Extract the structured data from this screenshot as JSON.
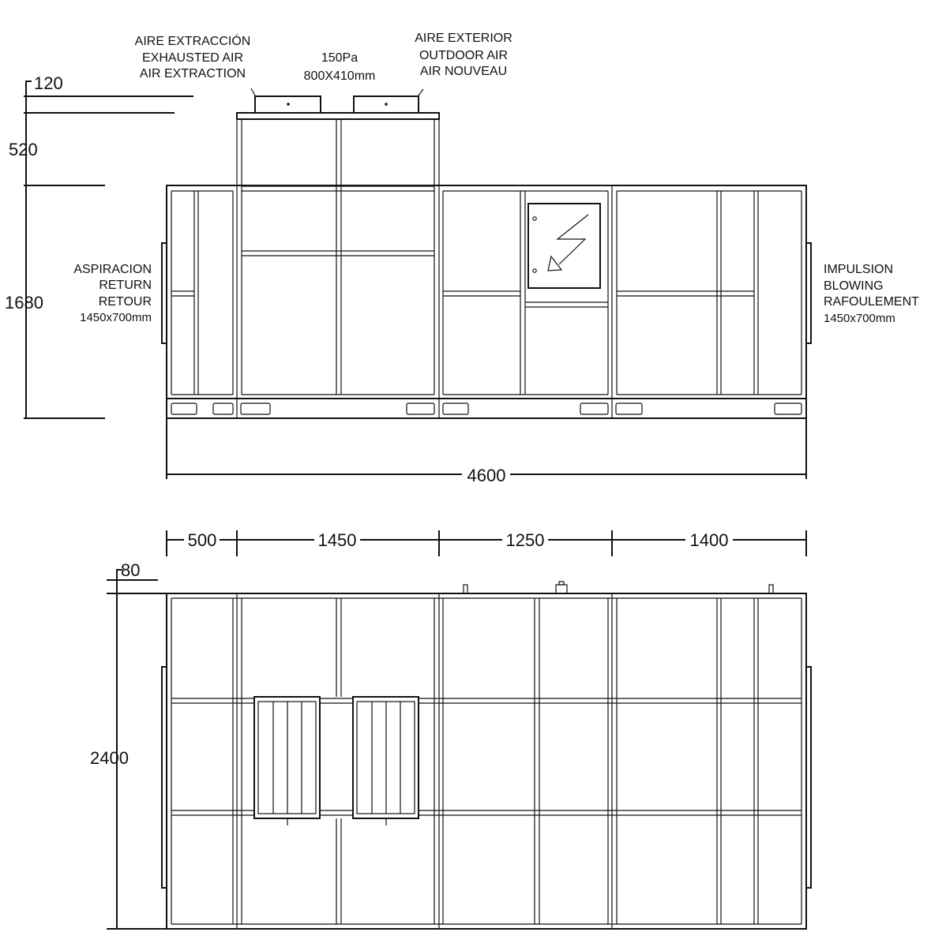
{
  "elevation": {
    "exhaust_label": [
      "AIRE EXTRACCIÓN",
      "EXHAUSTED AIR",
      "AIR EXTRACTION"
    ],
    "pressure": "150Pa",
    "duct_size": "800X410mm",
    "outdoor_label": [
      "AIRE EXTERIOR",
      "OUTDOOR AIR",
      "AIR NOUVEAU"
    ],
    "return_label": [
      "ASPIRACION",
      "RETURN",
      "RETOUR"
    ],
    "return_size": "1450x700mm",
    "supply_label": [
      "IMPULSION",
      "BLOWING",
      "RAFOULEMENT"
    ],
    "supply_size": "1450x700mm",
    "dim_top": "120",
    "dim_upper": "520",
    "dim_height": "1680",
    "dim_length": "4600"
  },
  "plan": {
    "section_dims": [
      "500",
      "1450",
      "1250",
      "1400"
    ],
    "dim_top": "80",
    "dim_width": "2400"
  }
}
